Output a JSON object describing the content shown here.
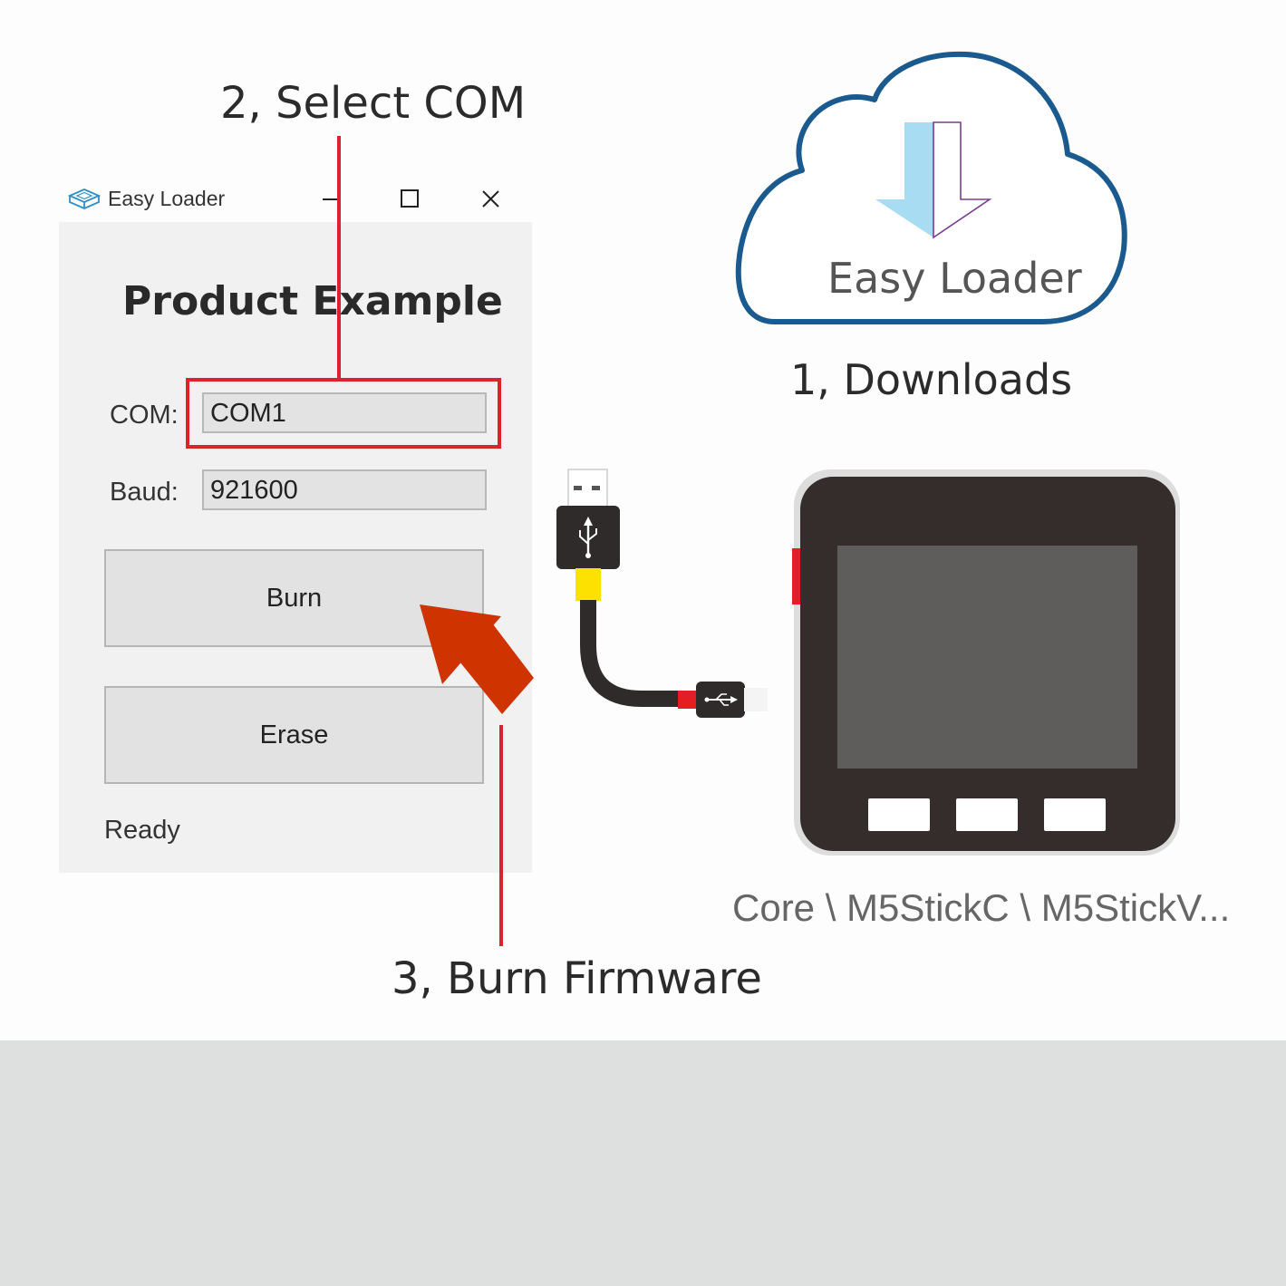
{
  "steps": {
    "step1": "1, Downloads",
    "step2": "2, Select COM",
    "step3": "3, Burn Firmware"
  },
  "window": {
    "title": "Easy Loader",
    "product_title": "Product Example",
    "com_label": "COM:",
    "com_value": "COM1",
    "baud_label": "Baud:",
    "baud_value": "921600",
    "burn_label": "Burn",
    "erase_label": "Erase",
    "status": "Ready"
  },
  "cloud": {
    "label": "Easy Loader"
  },
  "device": {
    "caption": "Core \\ M5StickC \\ M5StickV..."
  },
  "colors": {
    "highlight_red": "#d9232d",
    "arrow_red": "#cf3300",
    "cloud_blue": "#1a5a8f",
    "download_arrow": "#a8dcf2",
    "device_body": "#342d2c",
    "device_screen": "#5f5c5c",
    "cable_yellow": "#fde100"
  },
  "icons": [
    "app-icon",
    "minimize-icon",
    "maximize-icon",
    "close-icon",
    "download-arrow-icon",
    "usb-icon",
    "pointer-arrow-icon"
  ]
}
